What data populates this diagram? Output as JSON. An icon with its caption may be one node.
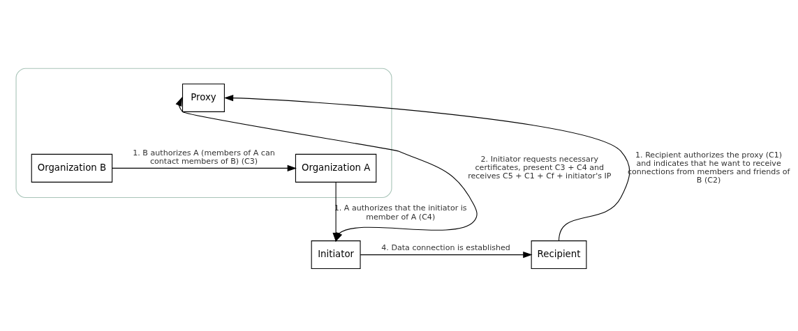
{
  "diagram": {
    "nodes": [
      {
        "text": [],
        "shape": "cloud"
      },
      {
        "text": [
          "Proxy"
        ],
        "in": 0
      },
      {
        "text": [
          "Organization A"
        ],
        "in": 0
      },
      {
        "text": [
          "Organization B"
        ],
        "in": 0
      },
      {
        "text": [
          "Initiator"
        ]
      },
      {
        "text": [
          "Recipient"
        ]
      }
    ],
    "edges": [
      {
        "from": 4,
        "to": 1,
        "arrow": "both",
        "label": "2. Initiator requests necessary certificates, present C3 + C4 and receives C5 + C1 + Cf + initiator's IP"
      },
      {
        "from": 5,
        "to": 1,
        "arrow": "to",
        "label": "1. Recipient authorizes the proxy (C1) and indicates that he want to receive connections from members and friends of B (C2)"
      },
      {
        "from": 3,
        "to": 2,
        "arrow": "to",
        "label": "1. B authorizes A (members of A can contact members of B) (C3)"
      },
      {
        "from": 2,
        "to": 4,
        "arrow": "to",
        "label": "1. A authorizes that the initiator is member of A (C4)"
      },
      {
        "from": 4,
        "to": 5,
        "arrow": "to",
        "label": "4. Data connection is established"
      }
    ]
  }
}
